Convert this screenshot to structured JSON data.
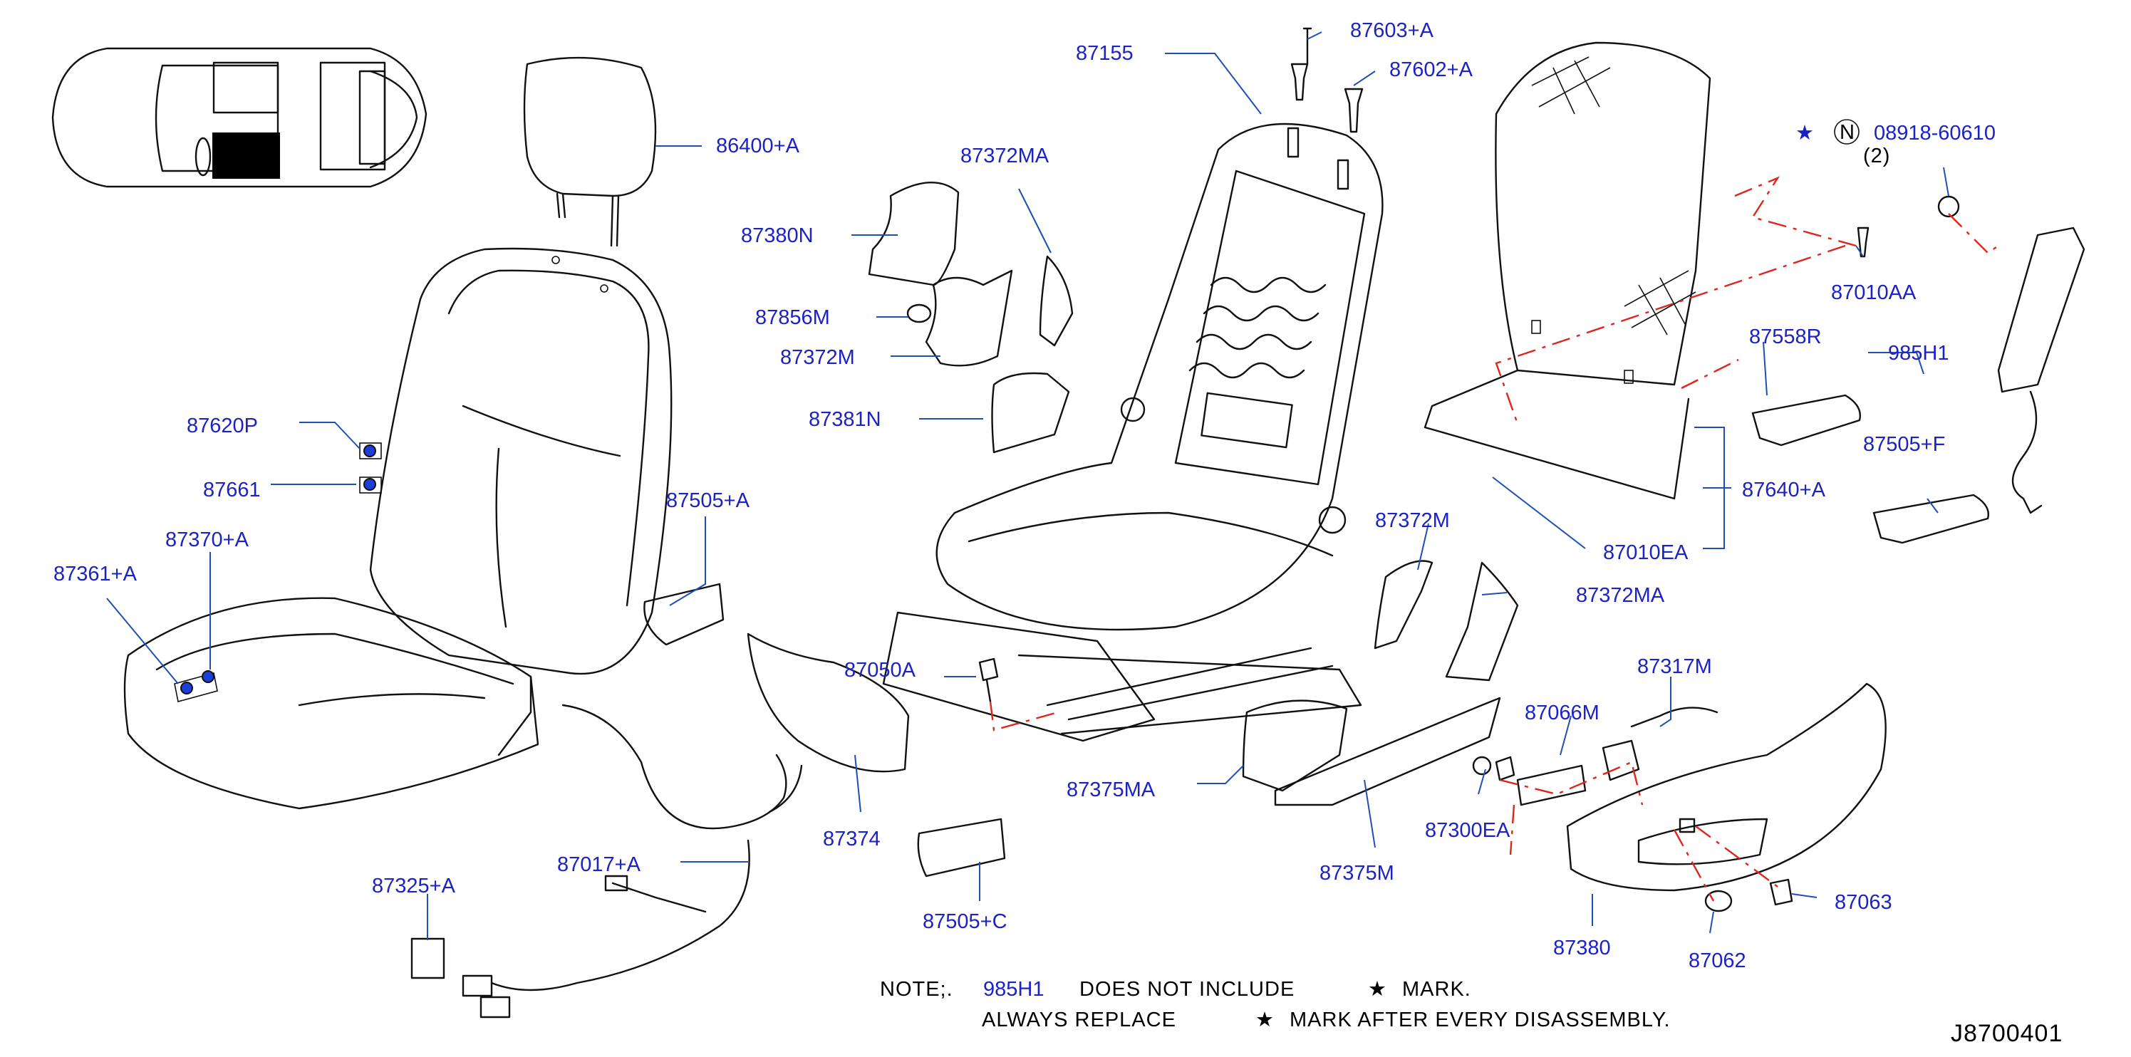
{
  "colors": {
    "label": "#1c22c4",
    "leader": "#1f4fb5",
    "dashed_link": "#e0251c",
    "outline": "#111111"
  },
  "labels": {
    "p87155": "87155",
    "p87603A": "87603+A",
    "p87602A": "87602+A",
    "p08918": "08918-60610",
    "p08918_qty": "(2)",
    "n_mark": "N",
    "star": "★",
    "p86400A": "86400+A",
    "p87372MA_top": "87372MA",
    "p87380N": "87380N",
    "p87856M": "87856M",
    "p87372M_left": "87372M",
    "p87381N": "87381N",
    "p87010AA": "87010AA",
    "p87558R": "87558R",
    "p985H1": "985H1",
    "p87505F": "87505+F",
    "p87640A": "87640+A",
    "p87010EA": "87010EA",
    "p87620P": "87620P",
    "p87661": "87661",
    "p87505A": "87505+A",
    "p87370A": "87370+A",
    "p87361A": "87361+A",
    "p87372M_right": "87372M",
    "p87372MA_right": "87372MA",
    "p87317M": "87317M",
    "p87050A": "87050A",
    "p87066M": "87066M",
    "p87375MA": "87375MA",
    "p87374": "87374",
    "p87300EA": "87300EA",
    "p87017A": "87017+A",
    "p87325A": "87325+A",
    "p87375M": "87375M",
    "p87505C": "87505+C",
    "p87063": "87063",
    "p87380": "87380",
    "p87062": "87062"
  },
  "note": {
    "prefix": "NOTE;.",
    "part": "985H1",
    "line1_rest": "DOES   NOT   INCLUDE",
    "line1_mark": "MARK.",
    "line2_a": "ALWAYS   REPLACE",
    "line2_b": "MARK   AFTER   EVERY   DISASSEMBLY."
  },
  "drawing_id": "J8700401"
}
